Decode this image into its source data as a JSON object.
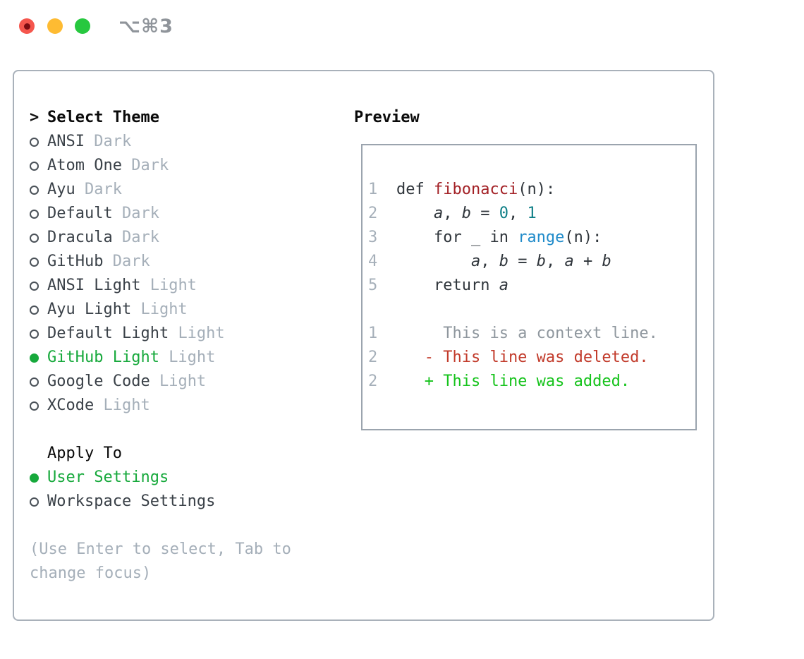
{
  "window": {
    "title": "⌥⌘3"
  },
  "colors": {
    "accent_green": "#17a93c",
    "traffic_red": "#f5564d",
    "traffic_yellow": "#febb32",
    "traffic_green": "#27c83f",
    "code_function": "#a32126",
    "code_number": "#0f7f87",
    "code_builtin": "#208bca",
    "diff_deleted": "#c23b2b",
    "diff_added": "#16c31c"
  },
  "theme_picker": {
    "prompt": ">",
    "header": "Select Theme",
    "items": [
      {
        "name": "ANSI",
        "variant": "Dark",
        "selected": false
      },
      {
        "name": "Atom One",
        "variant": "Dark",
        "selected": false
      },
      {
        "name": "Ayu",
        "variant": "Dark",
        "selected": false
      },
      {
        "name": "Default",
        "variant": "Dark",
        "selected": false
      },
      {
        "name": "Dracula",
        "variant": "Dark",
        "selected": false
      },
      {
        "name": "GitHub",
        "variant": "Dark",
        "selected": false
      },
      {
        "name": "ANSI Light",
        "variant": "Light",
        "selected": false
      },
      {
        "name": "Ayu Light",
        "variant": "Light",
        "selected": false
      },
      {
        "name": "Default Light",
        "variant": "Light",
        "selected": false
      },
      {
        "name": "GitHub Light",
        "variant": "Light",
        "selected": true
      },
      {
        "name": "Google Code",
        "variant": "Light",
        "selected": false
      },
      {
        "name": "XCode",
        "variant": "Light",
        "selected": false
      }
    ],
    "apply_to": {
      "header": "Apply To",
      "options": [
        {
          "label": "User Settings",
          "selected": true
        },
        {
          "label": "Workspace Settings",
          "selected": false
        }
      ]
    },
    "hint": "(Use Enter to select, Tab to change focus)"
  },
  "preview": {
    "header": "Preview",
    "lines": [
      {
        "num": "1",
        "segments": [
          {
            "text": "def ",
            "style": "plain"
          },
          {
            "text": "fibonacci",
            "style": "func"
          },
          {
            "text": "(n):",
            "style": "plain"
          }
        ]
      },
      {
        "num": "2",
        "segments": [
          {
            "text": "    ",
            "style": "plain"
          },
          {
            "text": "a",
            "style": "var"
          },
          {
            "text": ", ",
            "style": "plain"
          },
          {
            "text": "b",
            "style": "var"
          },
          {
            "text": " = ",
            "style": "plain"
          },
          {
            "text": "0",
            "style": "num"
          },
          {
            "text": ", ",
            "style": "plain"
          },
          {
            "text": "1",
            "style": "num"
          }
        ]
      },
      {
        "num": "3",
        "segments": [
          {
            "text": "    for _ in ",
            "style": "plain"
          },
          {
            "text": "range",
            "style": "builtin"
          },
          {
            "text": "(n):",
            "style": "plain"
          }
        ]
      },
      {
        "num": "4",
        "segments": [
          {
            "text": "        ",
            "style": "plain"
          },
          {
            "text": "a",
            "style": "var"
          },
          {
            "text": ", ",
            "style": "plain"
          },
          {
            "text": "b",
            "style": "var"
          },
          {
            "text": " = ",
            "style": "plain"
          },
          {
            "text": "b",
            "style": "var"
          },
          {
            "text": ", ",
            "style": "plain"
          },
          {
            "text": "a",
            "style": "var"
          },
          {
            "text": " + ",
            "style": "plain"
          },
          {
            "text": "b",
            "style": "var"
          }
        ]
      },
      {
        "num": "5",
        "segments": [
          {
            "text": "    return ",
            "style": "plain"
          },
          {
            "text": "a",
            "style": "var"
          }
        ]
      },
      {
        "num": "",
        "segments": []
      },
      {
        "num": "1",
        "segments": [
          {
            "text": "     This is a context line.",
            "style": "ctx"
          }
        ]
      },
      {
        "num": "2",
        "segments": [
          {
            "text": "   - This line was deleted.",
            "style": "del"
          }
        ]
      },
      {
        "num": "2",
        "segments": [
          {
            "text": "   + This line was added.",
            "style": "add"
          }
        ]
      }
    ]
  }
}
